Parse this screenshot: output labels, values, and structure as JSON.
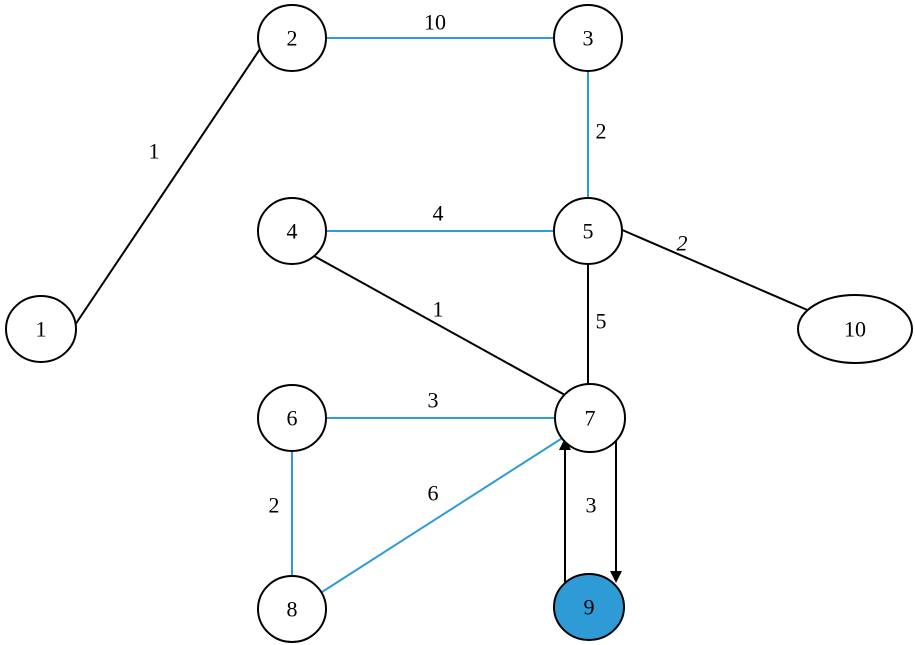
{
  "colors": {
    "tree_edge": "#2f9bd6",
    "normal_edge": "#000000",
    "highlight_node": "#2f9bd6"
  },
  "nodes": [
    {
      "id": "1",
      "label": "1"
    },
    {
      "id": "2",
      "label": "2"
    },
    {
      "id": "3",
      "label": "3"
    },
    {
      "id": "4",
      "label": "4"
    },
    {
      "id": "5",
      "label": "5"
    },
    {
      "id": "6",
      "label": "6"
    },
    {
      "id": "7",
      "label": "7"
    },
    {
      "id": "8",
      "label": "8"
    },
    {
      "id": "9",
      "label": "9",
      "highlighted": true
    },
    {
      "id": "10",
      "label": "10"
    }
  ],
  "edges": [
    {
      "from": "1",
      "to": "2",
      "weight": "1",
      "color": "normal"
    },
    {
      "from": "2",
      "to": "3",
      "weight": "10",
      "color": "tree"
    },
    {
      "from": "3",
      "to": "5",
      "weight": "2",
      "color": "tree"
    },
    {
      "from": "4",
      "to": "5",
      "weight": "4",
      "color": "tree"
    },
    {
      "from": "5",
      "to": "10",
      "weight": "2",
      "color": "normal"
    },
    {
      "from": "4",
      "to": "7",
      "weight": "1",
      "color": "normal"
    },
    {
      "from": "5",
      "to": "7",
      "weight": "5",
      "color": "normal"
    },
    {
      "from": "6",
      "to": "7",
      "weight": "3",
      "color": "tree"
    },
    {
      "from": "6",
      "to": "8",
      "weight": "2",
      "color": "tree"
    },
    {
      "from": "8",
      "to": "7",
      "weight": "6",
      "color": "tree"
    },
    {
      "from": "7",
      "to": "9",
      "weight": "3",
      "color": "normal",
      "arrows": "both-directions"
    }
  ]
}
